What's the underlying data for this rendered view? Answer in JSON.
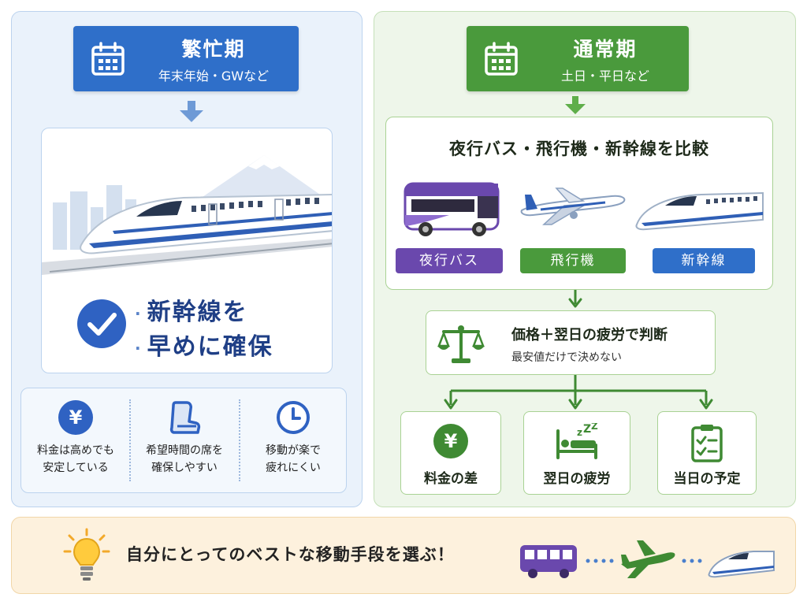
{
  "left": {
    "header_title": "繁忙期",
    "header_sub": "年末年始・GWなど",
    "secure_line1": "新幹線を",
    "secure_line2": "早めに確保",
    "benefits": [
      {
        "icon": "yen-icon",
        "text": "料金は高めでも\n安定している"
      },
      {
        "icon": "seat-icon",
        "text": "希望時間の席を\n確保しやすい"
      },
      {
        "icon": "clock-icon",
        "text": "移動が楽で\n疲れにくい"
      }
    ]
  },
  "right": {
    "header_title": "通常期",
    "header_sub": "土日・平日など",
    "compare_title": "夜行バス・飛行機・新幹線を比較",
    "vehicles": [
      "夜行バス",
      "飛行機",
      "新幹線"
    ],
    "judge_title": "価格＋翌日の疲労で判断",
    "judge_sub": "最安値だけで決めない",
    "factors": [
      "料金の差",
      "翌日の疲労",
      "当日の予定"
    ]
  },
  "bottom": {
    "text": "自分にとってのベストな移動手段を選ぶ！"
  },
  "colors": {
    "blue": "#2f6fc9",
    "green": "#4a9a3c",
    "purple": "#6a48ad",
    "navy": "#1f3f86"
  }
}
